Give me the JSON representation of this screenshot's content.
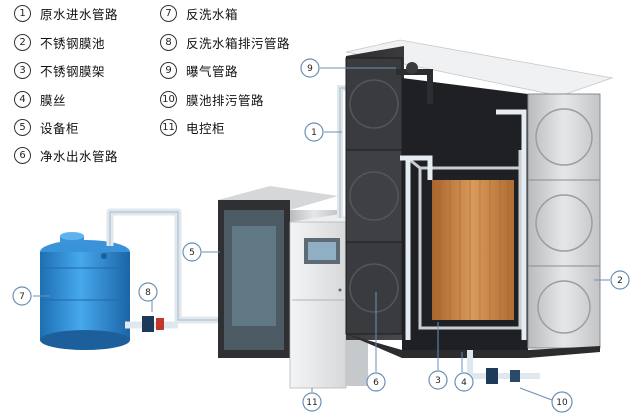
{
  "legend": [
    {
      "num": "1",
      "label": "原水进水管路"
    },
    {
      "num": "2",
      "label": "不锈钢膜池"
    },
    {
      "num": "3",
      "label": "不锈钢膜架"
    },
    {
      "num": "4",
      "label": "膜丝"
    },
    {
      "num": "5",
      "label": "设备柜"
    },
    {
      "num": "6",
      "label": "净水出水管路"
    },
    {
      "num": "7",
      "label": "反洗水箱"
    },
    {
      "num": "8",
      "label": "反洗水箱排污管路"
    },
    {
      "num": "9",
      "label": "曝气管路"
    },
    {
      "num": "10",
      "label": "膜池排污管路"
    },
    {
      "num": "11",
      "label": "电控柜"
    }
  ],
  "callouts": {
    "c1": "1",
    "c2": "2",
    "c3": "3",
    "c4": "4",
    "c5": "5",
    "c6": "6",
    "c7": "7",
    "c8": "8",
    "c9": "9",
    "c10": "10",
    "c11": "11"
  },
  "colors": {
    "tank_blue": "#2f8fd6",
    "steel_light": "#d9dadb",
    "steel_dark": "#3a3a3c",
    "membrane": "#c9884a",
    "pipe": "#e4ecf2"
  }
}
